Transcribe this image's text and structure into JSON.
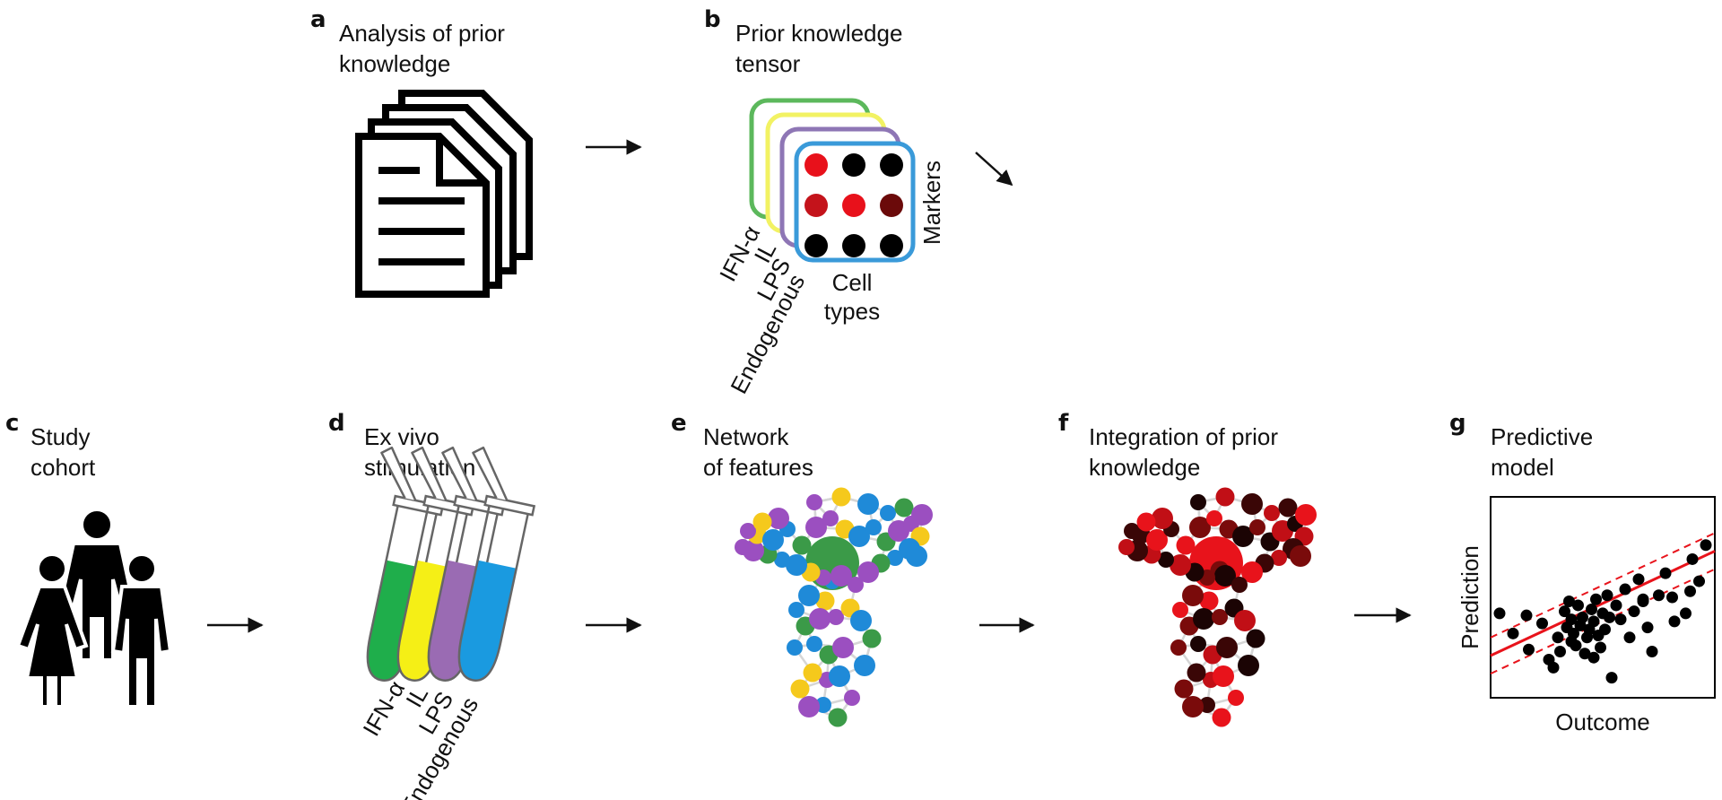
{
  "panels": {
    "a": {
      "letter": "a",
      "title_lines": [
        "Analysis of prior",
        "knowledge"
      ]
    },
    "b": {
      "letter": "b",
      "title_lines": [
        "Prior knowledge",
        "tensor"
      ],
      "axis_markers": "Markers",
      "axis_cell_lines": [
        "Cell",
        "types"
      ],
      "stimulations": [
        "IFN-α",
        "IL",
        "LPS",
        "Endogenous"
      ],
      "grid_colors": [
        [
          "#e8111b",
          "#000000",
          "#000000"
        ],
        [
          "#c4131b",
          "#e8111b",
          "#6b0a0a"
        ],
        [
          "#000000",
          "#000000",
          "#000000"
        ]
      ],
      "layer_colors": [
        "#5cb85c",
        "#f2f263",
        "#8e76b5",
        "#3a9ad9"
      ]
    },
    "c": {
      "letter": "c",
      "title_lines": [
        "Study",
        "cohort"
      ]
    },
    "d": {
      "letter": "d",
      "title_lines": [
        "Ex vivo",
        "stimulation"
      ],
      "tube_labels": [
        "IFN-α",
        "IL",
        "LPS",
        "Endogenous"
      ],
      "tube_colors": [
        "#1fae4b",
        "#f5ef16",
        "#9a6bb3",
        "#1a9ae0"
      ]
    },
    "e": {
      "letter": "e",
      "title_lines": [
        "Network",
        "of features"
      ],
      "node_colors": [
        "#1f8ad8",
        "#f5c91c",
        "#9b4fc0",
        "#3b9a48"
      ]
    },
    "f": {
      "letter": "f",
      "title_lines": [
        "Integration of prior",
        "knowledge"
      ],
      "node_colors": [
        "#e8131b",
        "#c10f16",
        "#7a0b0b",
        "#3a0606",
        "#1b0404"
      ]
    },
    "g": {
      "letter": "g",
      "title_lines": [
        "Predictive",
        "model"
      ],
      "xlabel": "Outcome",
      "ylabel": "Prediction"
    }
  },
  "chart_data": {
    "type": "scatter",
    "title": "",
    "xlabel": "Outcome",
    "ylabel": "Prediction",
    "xlim": [
      0,
      10
    ],
    "ylim": [
      0,
      10
    ],
    "grid": false,
    "legend": "none",
    "points": [
      [
        0.4,
        4.2
      ],
      [
        1.0,
        3.2
      ],
      [
        1.7,
        2.4
      ],
      [
        1.6,
        4.1
      ],
      [
        2.3,
        3.7
      ],
      [
        2.6,
        1.9
      ],
      [
        2.8,
        1.5
      ],
      [
        3.0,
        3.0
      ],
      [
        3.1,
        2.3
      ],
      [
        3.3,
        4.3
      ],
      [
        3.4,
        3.5
      ],
      [
        3.5,
        4.8
      ],
      [
        3.6,
        3.9
      ],
      [
        3.6,
        2.8
      ],
      [
        3.7,
        3.2
      ],
      [
        3.8,
        2.6
      ],
      [
        3.9,
        4.6
      ],
      [
        4.0,
        3.6
      ],
      [
        4.1,
        4.0
      ],
      [
        4.2,
        2.2
      ],
      [
        4.3,
        3.0
      ],
      [
        4.4,
        3.4
      ],
      [
        4.5,
        4.4
      ],
      [
        4.6,
        2.0
      ],
      [
        4.6,
        3.8
      ],
      [
        4.7,
        4.9
      ],
      [
        4.8,
        3.1
      ],
      [
        4.9,
        2.5
      ],
      [
        5.0,
        4.2
      ],
      [
        5.1,
        3.4
      ],
      [
        5.2,
        5.1
      ],
      [
        5.3,
        4.0
      ],
      [
        5.4,
        1.0
      ],
      [
        5.6,
        4.6
      ],
      [
        5.8,
        3.9
      ],
      [
        6.0,
        5.4
      ],
      [
        6.2,
        3.0
      ],
      [
        6.4,
        4.3
      ],
      [
        6.6,
        5.9
      ],
      [
        6.8,
        4.8
      ],
      [
        7.0,
        3.5
      ],
      [
        7.2,
        2.3
      ],
      [
        7.5,
        5.1
      ],
      [
        7.8,
        6.2
      ],
      [
        8.1,
        5.0
      ],
      [
        8.2,
        3.8
      ],
      [
        8.7,
        4.2
      ],
      [
        8.9,
        5.3
      ],
      [
        9.0,
        6.9
      ],
      [
        9.3,
        5.8
      ],
      [
        9.6,
        7.6
      ],
      [
        6.8,
        4.9
      ]
    ],
    "regression": {
      "slope": 0.52,
      "intercept": 2.1,
      "band_offset": 0.9
    },
    "line_color": "#e8131b",
    "point_color": "#000000"
  }
}
